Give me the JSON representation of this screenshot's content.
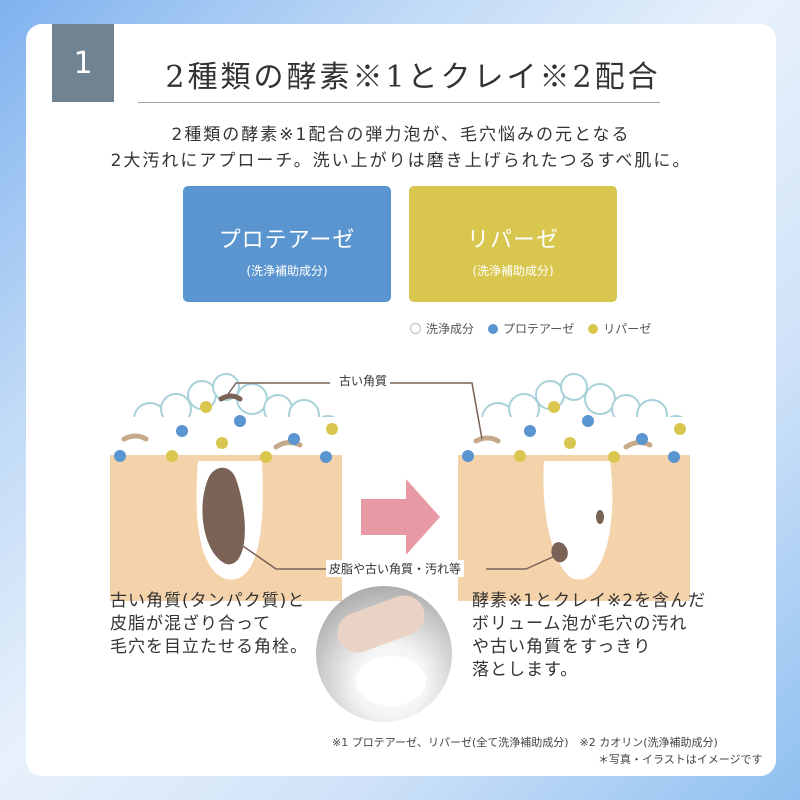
{
  "badge": "1",
  "title": "2種類の酵素※1とクレイ※2配合",
  "subtitle_line1": "2種類の酵素※1配合の弾力泡が、毛穴悩みの元となる",
  "subtitle_line2": "2大汚れにアプローチ。洗い上がりは磨き上げられたつるすべ肌に。",
  "enzymes": [
    {
      "name": "プロテアーゼ",
      "note": "(洗浄補助成分)",
      "color": "#5b95cf"
    },
    {
      "name": "リパーゼ",
      "note": "(洗浄補助成分)",
      "color": "#d9c64f"
    }
  ],
  "legend": [
    {
      "label": "洗浄成分",
      "color": "#ffffff"
    },
    {
      "label": "プロテアーゼ",
      "color": "#5b95cf"
    },
    {
      "label": "リパーゼ",
      "color": "#d9c64f"
    }
  ],
  "labels": {
    "old_keratin": "古い角質",
    "sebum": "皮脂や古い角質・汚れ等"
  },
  "caption_left": [
    "古い角質(タンパク質)と",
    "皮脂が混ざり合って",
    "毛穴を目立たせる角栓。"
  ],
  "caption_right": [
    "酵素※1とクレイ※2を含んだ",
    "ボリューム泡が毛穴の汚れ",
    "や古い角質をすっきり",
    "落とします。"
  ],
  "footnote1": "※1 プロテアーゼ、リパーゼ(全て洗浄補助成分)　※2 カオリン(洗浄補助成分)",
  "footnote2": "＊写真・イラストはイメージです",
  "colors": {
    "skin": "#f5d3aa",
    "plug": "#7a6257",
    "arrow": "#e89aa4",
    "accent": "#6f8393"
  }
}
